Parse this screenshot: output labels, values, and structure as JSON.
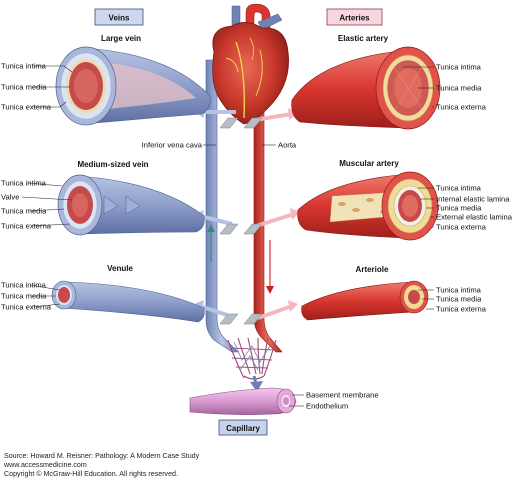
{
  "header": {
    "veins_label": "Veins",
    "arteries_label": "Arteries"
  },
  "veins": {
    "large_title": "Large vein",
    "medium_title": "Medium-sized vein",
    "venule_title": "Venule",
    "large_layers": [
      "Tunica intima",
      "Tunica media",
      "Tunica externa"
    ],
    "medium_layers": [
      "Tunica intima",
      "Valve",
      "Tunica media",
      "Tunica externa"
    ],
    "venule_layers": [
      "Tunica intima",
      "Tunica media",
      "Tunica externa"
    ]
  },
  "arteries": {
    "elastic_title": "Elastic artery",
    "muscular_title": "Muscular artery",
    "arteriole_title": "Arteriole",
    "elastic_layers": [
      "Tunica intima",
      "Tunica media",
      "Tunica externa"
    ],
    "muscular_layers": [
      "Tunica intima",
      "Internal elastic lamina",
      "Tunica media",
      "External elastic lamina",
      "Tunica externa"
    ],
    "arteriole_layers": [
      "Tunica intima",
      "Tunica media",
      "Tunica externa"
    ]
  },
  "center": {
    "vena_cava_label": "Inferior vena cava",
    "aorta_label": "Aorta"
  },
  "capillary": {
    "title": "Capillary",
    "layers": [
      "Basement membrane",
      "Endothelium"
    ]
  },
  "source": {
    "line1": "Source: Howard M. Reisner: Pathology: A Modern Case Study",
    "line2": "www.accessmedicine.com",
    "line3": "Copyright © McGraw-Hill Education.  All rights reserved."
  },
  "colors": {
    "vein_blue": "#8fa2cc",
    "vein_dark": "#5f72a6",
    "artery_red": "#d8362f",
    "artery_dark": "#b32520",
    "lumen_red": "#c64a4a",
    "intima_yellow": "#f0dc96",
    "veins_box": "#cdd8ee",
    "arteries_box": "#f8d6de",
    "capillary_box": "#c7d3ea"
  }
}
